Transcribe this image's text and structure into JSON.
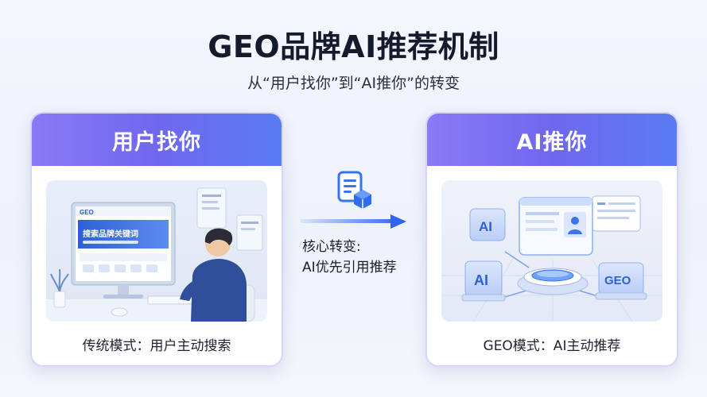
{
  "header": {
    "title": "GEO品牌AI推荐机制",
    "subtitle": "从“用户找你”到“AI推你”的转变"
  },
  "left_card": {
    "heading": "用户找你",
    "caption": "传统模式：用户主动搜索",
    "illustration": {
      "screen_logo": "GEO",
      "screen_banner": "搜索品牌关键词"
    }
  },
  "right_card": {
    "heading": "AI推你",
    "caption": "GEO模式：AI主动推荐",
    "illustration": {
      "badge_top": "AI",
      "badge_left": "AI",
      "badge_right": "GEO"
    }
  },
  "middle": {
    "icon": "document-cube-icon",
    "label_line1": "核心转变:",
    "label_line2": "AI优先引用推荐"
  },
  "colors": {
    "header_gradient_start": "#8a7af5",
    "header_gradient_end": "#5a7cf2",
    "arrow": "#3b6ef5",
    "accent_blue": "#3a73f0"
  }
}
